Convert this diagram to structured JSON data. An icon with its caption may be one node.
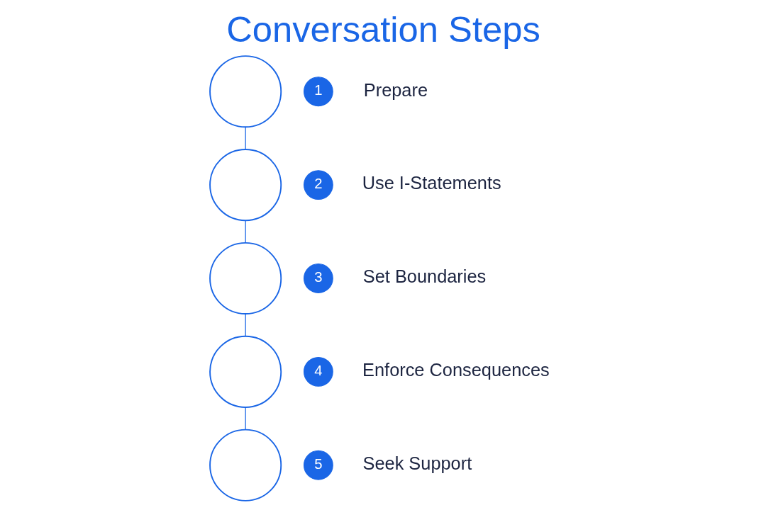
{
  "diagram": {
    "title": "Conversation Steps",
    "nodes": [
      {
        "text": [],
        "shape": "circle"
      },
      {
        "text": [
          "1"
        ],
        "beside": [
          "Prepare"
        ]
      },
      {
        "text": [],
        "shape": "circle"
      },
      {
        "text": [
          "2"
        ],
        "beside": [
          "Use I-Statements"
        ]
      },
      {
        "text": [],
        "shape": "circle"
      },
      {
        "text": [
          "3"
        ],
        "beside": [
          "Set Boundaries"
        ]
      },
      {
        "text": [],
        "shape": "circle"
      },
      {
        "text": [
          "4"
        ],
        "beside": [
          "Enforce Consequences"
        ]
      },
      {
        "text": [],
        "shape": "circle"
      },
      {
        "text": [
          "5"
        ],
        "beside": [
          "Seek Support"
        ]
      }
    ],
    "edges": [
      {
        "from": 0,
        "to": 2,
        "arrow": "none"
      },
      {
        "from": 2,
        "to": 4,
        "arrow": "none"
      },
      {
        "from": 4,
        "to": 6,
        "arrow": "none"
      },
      {
        "from": 6,
        "to": 8,
        "arrow": "none"
      }
    ]
  }
}
